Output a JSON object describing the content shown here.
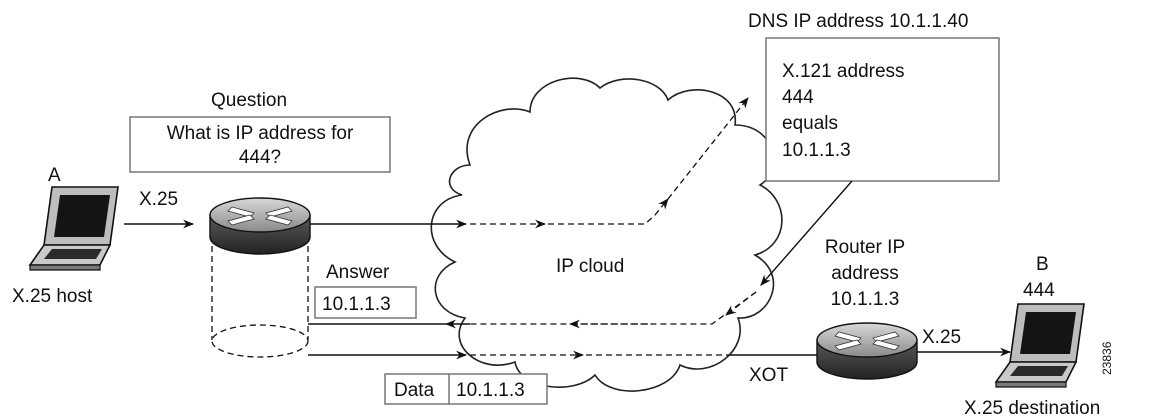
{
  "dns": {
    "title": "DNS IP address 10.1.1.40",
    "lines": [
      "X.121 address",
      "444",
      "equals",
      "10.1.1.3"
    ]
  },
  "question": {
    "heading": "Question",
    "lines": [
      "What is IP address for",
      "444?"
    ]
  },
  "host_a": {
    "letter": "A",
    "caption": "X.25 host",
    "link": "X.25"
  },
  "cloud": {
    "label": "IP cloud"
  },
  "answer": {
    "heading": "Answer",
    "value": "10.1.1.3"
  },
  "data_label": {
    "key": "Data",
    "value": "10.1.1.3"
  },
  "router_b": {
    "lines": [
      "Router IP",
      "address",
      "10.1.1.3"
    ],
    "link": "X.25",
    "xot": "XOT"
  },
  "host_b": {
    "letter": "B",
    "number": "444",
    "caption": "X.25 destination"
  },
  "figure_id": "23836"
}
